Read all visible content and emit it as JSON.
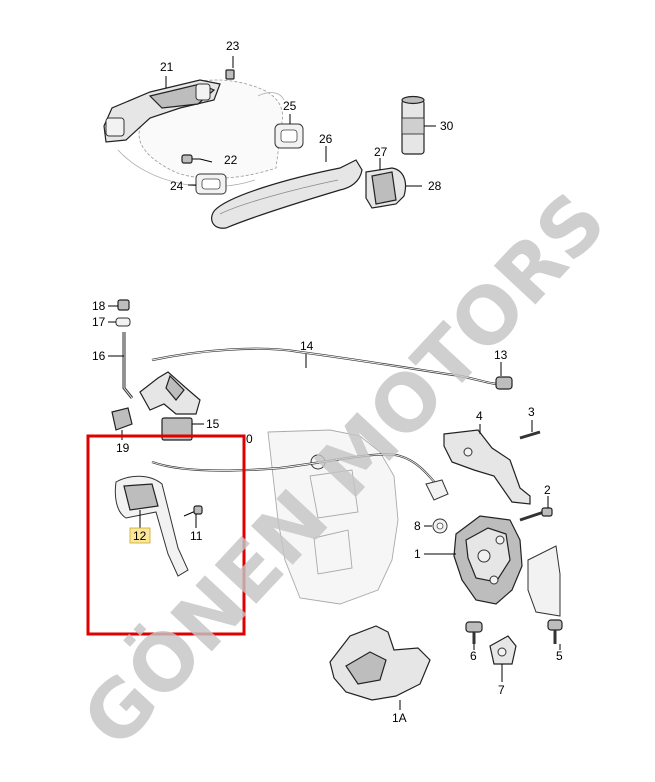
{
  "labels": {
    "p1": "1",
    "p1a": "1A",
    "p2": "2",
    "p3": "3",
    "p4": "4",
    "p5": "5",
    "p6": "6",
    "p7": "7",
    "p8": "8",
    "p10": "0",
    "p11": "11",
    "p12": "12",
    "p13": "13",
    "p14": "14",
    "p15": "15",
    "p16": "16",
    "p17": "17",
    "p18": "18",
    "p19": "19",
    "p21": "21",
    "p22": "22",
    "p23": "23",
    "p24": "24",
    "p25": "25",
    "p26": "26",
    "p27": "27",
    "p28": "28",
    "p30": "30"
  },
  "watermark": "GÖNEN MOTORS",
  "colors": {
    "highlight_frame": "#e00000",
    "label_highlight": "#fbe79a",
    "watermark": "#c4c4c4"
  }
}
